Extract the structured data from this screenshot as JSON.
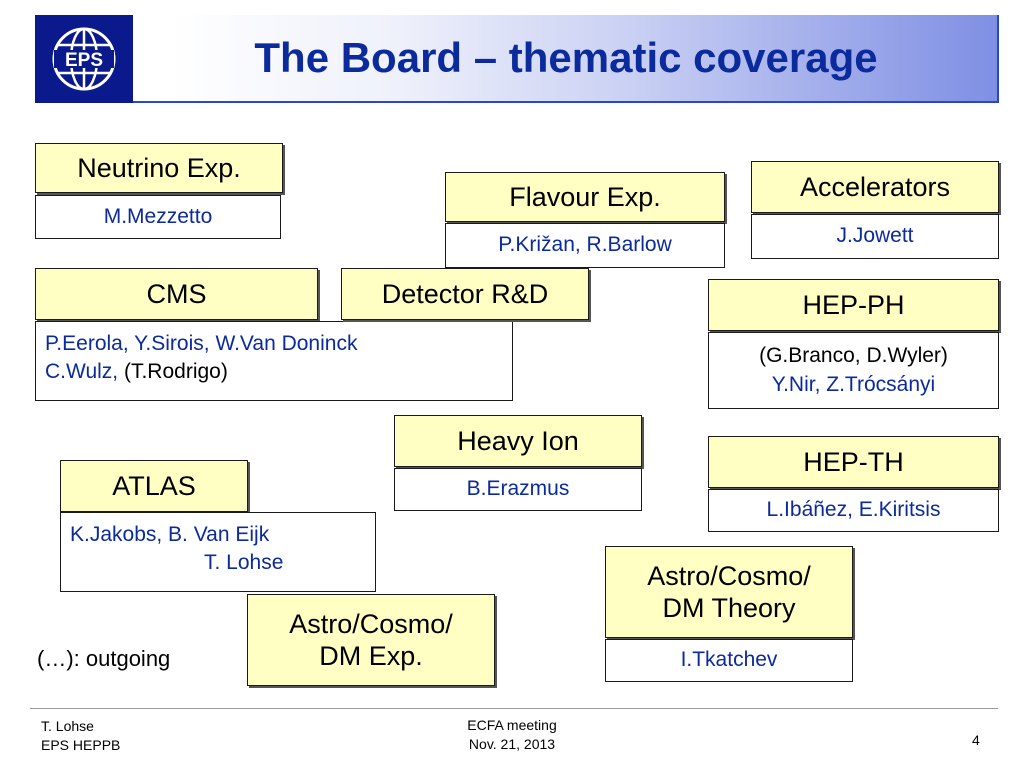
{
  "slide": {
    "title": "The Board – thematic coverage",
    "logo_text": "EPS",
    "page_number": "4"
  },
  "boxes": {
    "neutrino": {
      "label": "Neutrino Exp.",
      "names": "M.Mezzetto"
    },
    "flavour": {
      "label": "Flavour Exp.",
      "names": "P.Križan, R.Barlow"
    },
    "accelerators": {
      "label": "Accelerators",
      "names": "J.Jowett"
    },
    "cms": {
      "label": "CMS",
      "names_line1": "P.Eerola, Y.Sirois, W.Van Doninck",
      "names_line2a": "C.Wulz,",
      "names_line2b": "(T.Rodrigo)"
    },
    "detector": {
      "label": "Detector R&D"
    },
    "hepph": {
      "label": "HEP-PH",
      "names_line1": "(G.Branco, D.Wyler)",
      "names_line2": "Y.Nir, Z.Trócsányi"
    },
    "heavyion": {
      "label": "Heavy Ion",
      "names": "B.Erazmus"
    },
    "hepth": {
      "label": "HEP-TH",
      "names": "L.Ibáñez, E.Kiritsis"
    },
    "atlas": {
      "label": "ATLAS",
      "names_line1": "K.Jakobs, B. Van Eijk",
      "names_line2": "T. Lohse"
    },
    "astro_theory": {
      "label_line1": "Astro/Cosmo/",
      "label_line2": "DM Theory",
      "names": "I.Tkatchev"
    },
    "astro_exp": {
      "label_line1": "Astro/Cosmo/",
      "label_line2": "DM Exp."
    }
  },
  "note": "(…): outgoing",
  "footer": {
    "author": "T. Lohse",
    "org": "EPS HEPPB",
    "event": "ECFA meeting",
    "date": "Nov. 21, 2013"
  },
  "colors": {
    "title_blue": "#0b2a9c",
    "box_yellow": "#ffffc4",
    "logo_navy": "#0a1a8c"
  }
}
